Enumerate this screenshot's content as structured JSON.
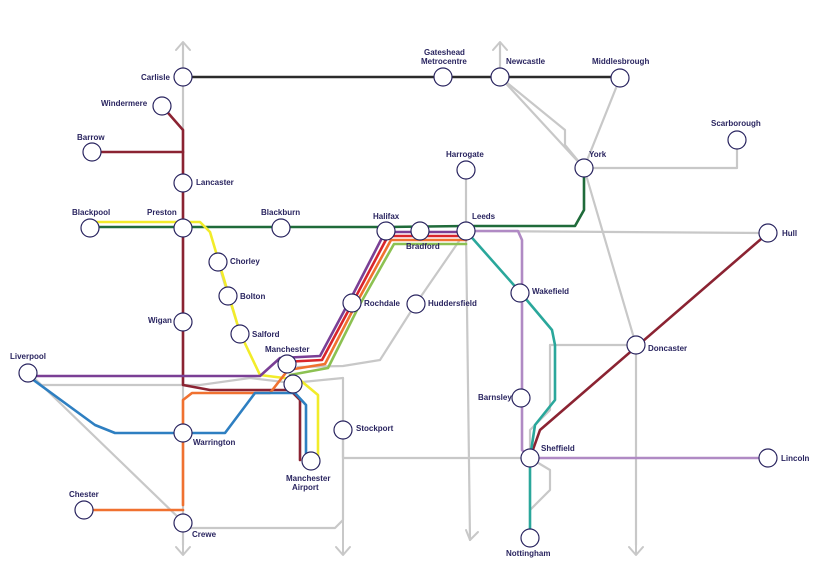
{
  "stations": {
    "carlisle": "Carlisle",
    "windermere": "Windermere",
    "barrow": "Barrow",
    "lancaster": "Lancaster",
    "blackpool": "Blackpool",
    "preston": "Preston",
    "blackburn": "Blackburn",
    "chorley": "Chorley",
    "bolton": "Bolton",
    "wigan": "Wigan",
    "salford": "Salford",
    "manchester": "Manchester",
    "manchester_airport_1": "Manchester",
    "manchester_airport_2": "Airport",
    "liverpool": "Liverpool",
    "warrington": "Warrington",
    "stockport": "Stockport",
    "chester": "Chester",
    "crewe": "Crewe",
    "gateshead_1": "Gateshead",
    "gateshead_2": "Metrocentre",
    "newcastle": "Newcastle",
    "middlesbrough": "Middlesbrough",
    "scarborough": "Scarborough",
    "york": "York",
    "harrogate": "Harrogate",
    "halifax": "Halifax",
    "bradford": "Bradford",
    "leeds": "Leeds",
    "hull": "Hull",
    "rochdale": "Rochdale",
    "huddersfield": "Huddersfield",
    "wakefield": "Wakefield",
    "doncaster": "Doncaster",
    "barnsley": "Barnsley",
    "sheffield": "Sheffield",
    "lincoln": "Lincoln",
    "nottingham": "Nottingham"
  },
  "colors": {
    "maroon": "#8b2332",
    "black": "#2b2b2b",
    "green": "#1f6b3a",
    "yellow": "#f2ec2a",
    "purple": "#7a3f95",
    "lilac": "#b08ac4",
    "orange": "#f07130",
    "blue": "#2e7fc1",
    "teal": "#2aa79b",
    "lightgreen": "#8cc152",
    "red": "#d8262c",
    "grey": "#c8c8c8",
    "navy": "#2a2560"
  }
}
